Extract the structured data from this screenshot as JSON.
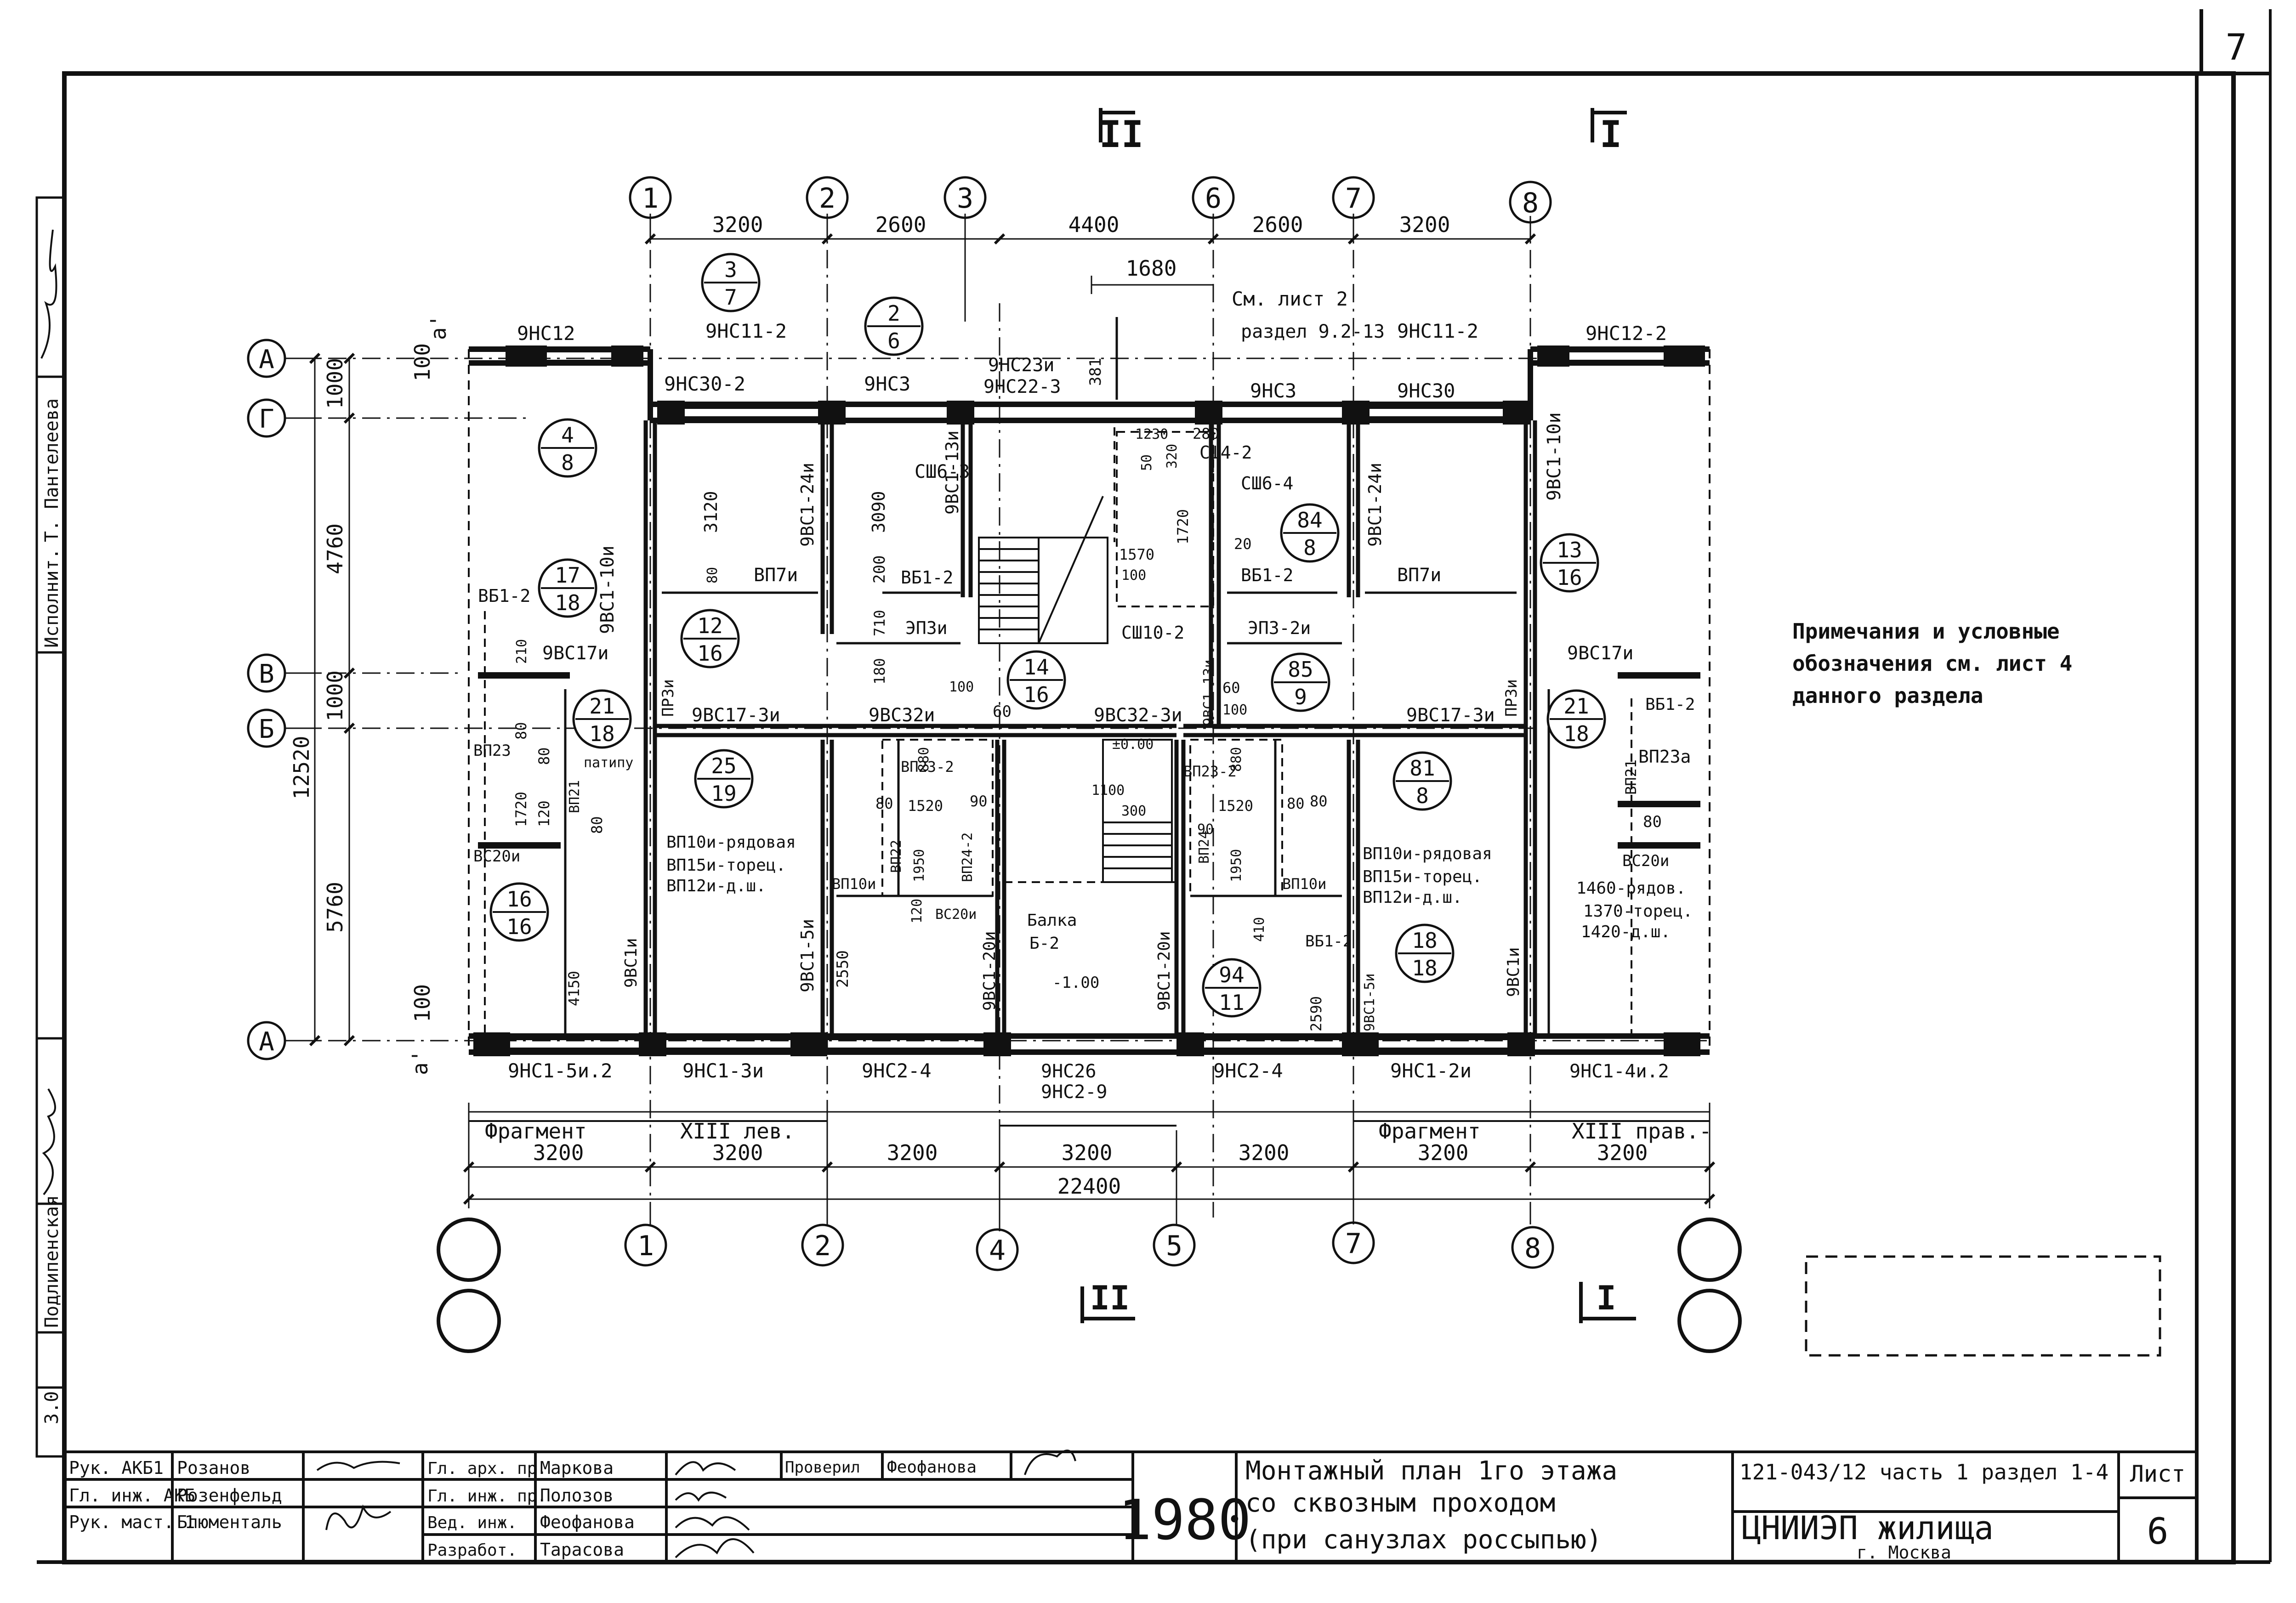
{
  "sheet_corner_number": "7",
  "section_marks": {
    "top_left": "II",
    "top_right": "I",
    "bottom_left": "II",
    "bottom_right": "I"
  },
  "axes": {
    "top_numbers": [
      "1",
      "2",
      "3",
      "6",
      "7",
      "8"
    ],
    "bottom_numbers": [
      "1",
      "2",
      "4",
      "5",
      "7",
      "8"
    ],
    "letters": [
      "А",
      "Г",
      "В",
      "Б",
      "А"
    ]
  },
  "dims": {
    "top": [
      "3200",
      "2600",
      "4400",
      "2600",
      "3200"
    ],
    "top_sub": "1680",
    "left": [
      "1000",
      "4760",
      "1000",
      "5760"
    ],
    "left_total": "12520",
    "bottom": [
      "3200",
      "3200",
      "3200",
      "3200",
      "3200",
      "3200",
      "3200"
    ],
    "bottom_total": "22400",
    "small": [
      "100",
      "a'",
      "100",
      "a'"
    ]
  },
  "balloons": [
    {
      "top": "3",
      "bottom": "7"
    },
    {
      "top": "2",
      "bottom": "6"
    },
    {
      "top": "4",
      "bottom": "8"
    },
    {
      "top": "17",
      "bottom": "18"
    },
    {
      "top": "12",
      "bottom": "16"
    },
    {
      "top": "21",
      "bottom": "18"
    },
    {
      "top": "25",
      "bottom": "19"
    },
    {
      "top": "16",
      "bottom": "16"
    },
    {
      "top": "14",
      "bottom": "16"
    },
    {
      "top": "84",
      "bottom": "8"
    },
    {
      "top": "85",
      "bottom": "9"
    },
    {
      "top": "81",
      "bottom": "8"
    },
    {
      "top": "94",
      "bottom": "11"
    },
    {
      "top": "18",
      "bottom": "18"
    },
    {
      "top": "13",
      "bottom": "16"
    },
    {
      "top": "21",
      "bottom": "18"
    }
  ],
  "labels": {
    "l1": "9НС12",
    "l2": "9НС11-2",
    "l3": "9НС30-2",
    "l4": "9НС3",
    "l5": "9НС23и",
    "l6": "9НС22-3",
    "l7": "381",
    "l8": "См. лист 2",
    "l9": "раздел 9.2-13",
    "l10": "9НС11-2",
    "l11": "9НС12-2",
    "l12": "9НС3",
    "l13": "9НС30",
    "l14": "9ВС1-10и",
    "l15": "3120",
    "l16": "9ВС1-24и",
    "l17": "3090",
    "l18": "9ВС1-13и",
    "l19": "СШ6-3",
    "l20": "1230",
    "l21": "280",
    "l22": "СШ4-2",
    "l23": "50",
    "l24": "320",
    "l25": "1720",
    "l26": "СШ6-4",
    "l27": "1570",
    "l28": "100",
    "l29": "20",
    "l30": "ВБ1-2",
    "l31": "СШ10-2",
    "l32": "9ВС1-24и",
    "l33": "9ВС1-10и",
    "l34": "80",
    "l35": "ВП7и",
    "l36": "ВП7и",
    "l37": "200",
    "l38": "ВБ1-2",
    "l39": "710",
    "l40": "ЭП3и",
    "l41": "ЭП3-2и",
    "l42": "180",
    "l43": "100",
    "l44": "60",
    "l45": "ВБ1-2",
    "l46": "210",
    "l47": "9ВС17и",
    "l48": "9ВС17и",
    "l49": "ПР3и",
    "l50": "9ВС17-3и",
    "l51": "9ВС32и",
    "l52": "9ВС32-3и",
    "l53": "9ВС1-13и",
    "l54": "100",
    "l55": "60",
    "l56": "9ВС17-3и",
    "l57": "ПР3и",
    "l58": "ВБ1-2",
    "l59": "ВП23а",
    "l60": "ВП23",
    "l61": "80",
    "l62": "80",
    "l63": "патипу",
    "l64": "ВП21",
    "l65": "1720",
    "l66": "120",
    "l67": "80",
    "l68": "ВС20и",
    "l69": "ВП10и-рядовая",
    "l70": "ВП15и-торец.",
    "l71": "ВП12и-д.ш.",
    "l72": "ВП23-2",
    "l73": "880",
    "l74": "80",
    "l75": "1520",
    "l76": "90",
    "l77": "ВП22",
    "l78": "1950",
    "l79": "ВП24-2",
    "l80": "ВП10и",
    "l81": "120",
    "l82": "ВС20и",
    "l83": "±0.00",
    "l84": "1100",
    "l85": "300",
    "l86": "ВП23-2",
    "l87": "880",
    "l88": "1520",
    "l89": "80",
    "l90": "90",
    "l91": "ВП24",
    "l92": "1950",
    "l93": "ВП10и",
    "l94": "410",
    "l95": "ВБ1-2",
    "l96": "ВП10и-рядовая",
    "l97": "ВП15и-торец.",
    "l98": "ВП12и-д.ш.",
    "l99": "ВП21",
    "l100": "80",
    "l101": "ВС20и",
    "l102": "1460-рядов.",
    "l103": "1370-торец.",
    "l104": "1420-д.ш.",
    "l105": "4150",
    "l106": "9ВС1и",
    "l107": "9ВС1-5и",
    "l108": "2550",
    "l109": "9ВС1-20и",
    "l110": "Балка",
    "l111": "Б-2",
    "l112": "-1.00",
    "l113": "9ВС1-20и",
    "l114": "2590",
    "l115": "9ВС1-5и",
    "l116": "9ВС1и",
    "l117": "9НС1-5и.2",
    "l118": "9НС1-3и",
    "l119": "9НС2-4",
    "l120": "9НС26",
    "l121": "9НС2-9",
    "l122": "9НС2-4",
    "l123": "9НС1-2и",
    "l124": "9НС1-4и.2",
    "l125": "Фрагмент",
    "l126": "XIII лев.",
    "l127": "Фрагмент",
    "l128": "XIII прав.-",
    "l129": "80"
  },
  "notes": [
    "Примечания и условные",
    "обозначения см. лист 4",
    "данного раздела"
  ],
  "side_stamp": [
    "Исполнит.",
    "Т. Пантелеева",
    "Подлипенская",
    "3.0"
  ],
  "title_block": {
    "roles": [
      {
        "role": "Рук. АКБ1",
        "name": "Розанов"
      },
      {
        "role": "Гл. инж. АКБ",
        "name": "Розенфельд"
      },
      {
        "role": "Рук. маст. 1",
        "name": "Блюменталь"
      }
    ],
    "roles2": [
      {
        "role": "Гл. арх. пр.",
        "name": "Маркова"
      },
      {
        "role": "Гл. инж. пр.",
        "name": "Полозов"
      },
      {
        "role": "Вед. инж.",
        "name": "Феофанова"
      },
      {
        "role": "Разработ.",
        "name": "Тарасова"
      }
    ],
    "checked_role": "Проверил",
    "checked_name": "Феофанова",
    "year": "1980",
    "title_lines": [
      "Монтажный план 1го этажа",
      "со сквозным проходом",
      "(при санузлах россыпью)"
    ],
    "code": "121-043/12 часть 1 раздел 1-4",
    "org": "ЦНИИЭП жилища",
    "city": "г. Москва",
    "sheet_label": "Лист",
    "sheet_number": "6"
  }
}
